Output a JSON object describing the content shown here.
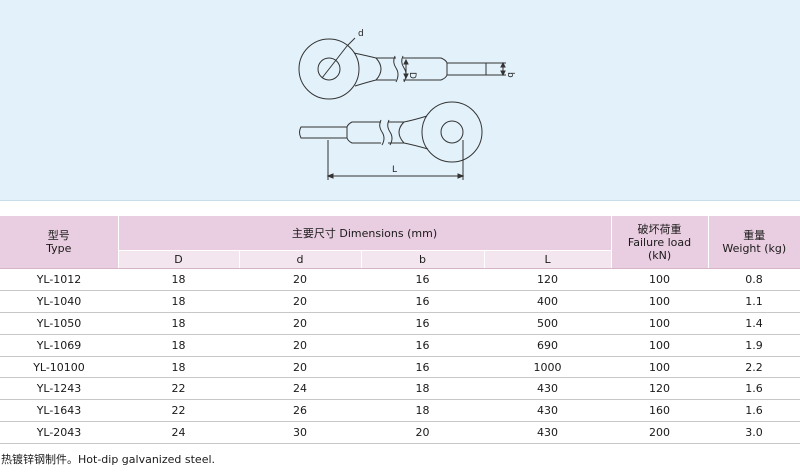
{
  "drawing": {
    "labels": {
      "d": "d",
      "D": "D",
      "b": "b",
      "L": "L"
    }
  },
  "table": {
    "header": {
      "type_cn": "型号",
      "type_en": "Type",
      "dimensions": "主要尺寸 Dimensions (mm)",
      "failure_cn": "破坏荷重",
      "failure_en": "Failure load",
      "failure_unit": "(kN)",
      "weight_cn": "重量",
      "weight_en": "Weight (kg)",
      "sub": [
        "D",
        "d",
        "b",
        "L"
      ]
    },
    "rows": [
      [
        "YL-1012",
        "18",
        "20",
        "16",
        "120",
        "100",
        "0.8"
      ],
      [
        "YL-1040",
        "18",
        "20",
        "16",
        "400",
        "100",
        "1.1"
      ],
      [
        "YL-1050",
        "18",
        "20",
        "16",
        "500",
        "100",
        "1.4"
      ],
      [
        "YL-1069",
        "18",
        "20",
        "16",
        "690",
        "100",
        "1.9"
      ],
      [
        "YL-10100",
        "18",
        "20",
        "16",
        "1000",
        "100",
        "2.2"
      ],
      [
        "YL-1243",
        "22",
        "24",
        "18",
        "430",
        "120",
        "1.6"
      ],
      [
        "YL-1643",
        "22",
        "26",
        "18",
        "430",
        "160",
        "1.6"
      ],
      [
        "YL-2043",
        "24",
        "30",
        "20",
        "430",
        "200",
        "3.0"
      ]
    ]
  },
  "footnote": "热镀锌钢制件。Hot-dip galvanized steel."
}
